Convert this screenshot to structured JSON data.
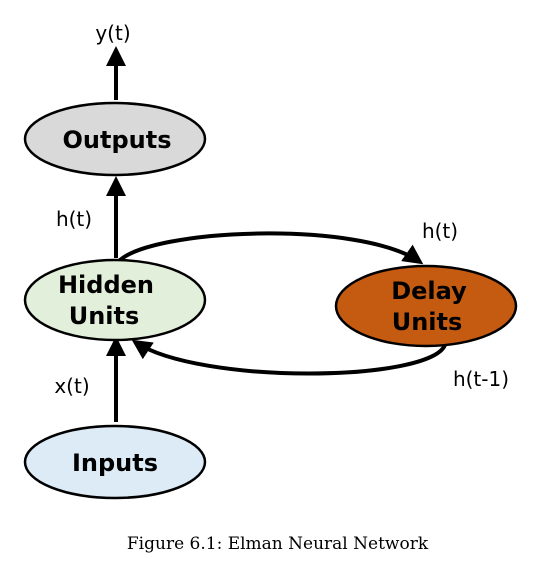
{
  "nodes": {
    "outputs": {
      "label": "Outputs",
      "fill": "#d9d9d9"
    },
    "hidden": {
      "line1": "Hidden",
      "line2": "Units",
      "fill": "#e2efda"
    },
    "delay": {
      "line1": "Delay",
      "line2": "Units",
      "fill": "#c55a11"
    },
    "inputs": {
      "label": "Inputs",
      "fill": "#ddebf7"
    }
  },
  "edge_labels": {
    "y_output": "y(t)",
    "h_to_outputs": "h(t)",
    "h_to_delay": "h(t)",
    "h_feedback": "h(t-1)",
    "x_input": "x(t)"
  },
  "caption": "Figure 6.1: Elman Neural Network"
}
